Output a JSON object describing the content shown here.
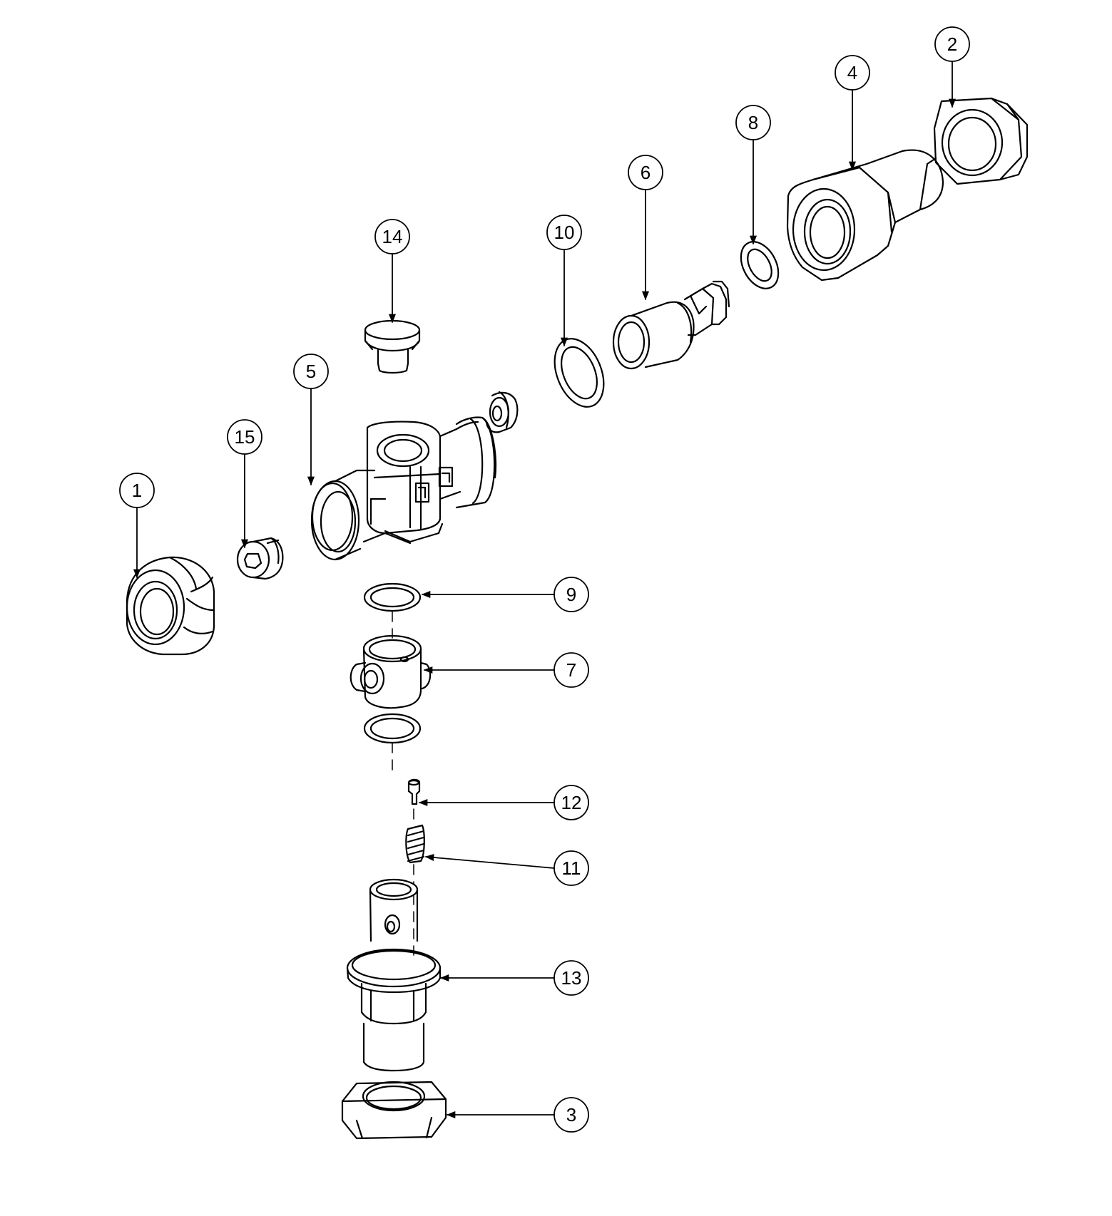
{
  "diagram": {
    "callouts": {
      "c1": "1",
      "c2": "2",
      "c3": "3",
      "c4": "4",
      "c5": "5",
      "c6": "6",
      "c7": "7",
      "c8": "8",
      "c9": "9",
      "c10": "10",
      "c11": "11",
      "c12": "12",
      "c13": "13",
      "c14": "14",
      "c15": "15"
    },
    "line_color": "#000000",
    "background": "#ffffff"
  }
}
